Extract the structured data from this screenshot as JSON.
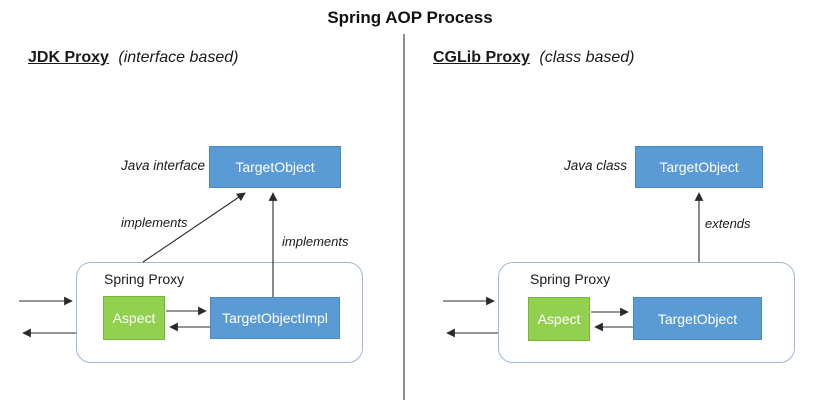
{
  "title": "Spring AOP Process",
  "colors": {
    "box_blue": "#5b9bd5",
    "box_blue_border": "#4a8ac2",
    "box_green": "#92d050",
    "box_green_border": "#76b83c",
    "container_border": "#9fb9d1",
    "divider_gray": "#8f8f8f",
    "arrow": "#2b2b2b"
  },
  "left": {
    "heading": "JDK Proxy",
    "heading_suffix": "(interface based)",
    "type_label": "Java interface",
    "top_box": "TargetObject",
    "edge_label_diagonal": "implements",
    "edge_label_vertical": "implements",
    "container_label": "Spring Proxy",
    "aspect_box": "Aspect",
    "impl_box": "TargetObjectImpl"
  },
  "right": {
    "heading": "CGLib Proxy",
    "heading_suffix": "(class based)",
    "type_label": "Java class",
    "top_box": "TargetObject",
    "edge_label_vertical": "extends",
    "container_label": "Spring Proxy",
    "aspect_box": "Aspect",
    "impl_box": "TargetObject"
  }
}
